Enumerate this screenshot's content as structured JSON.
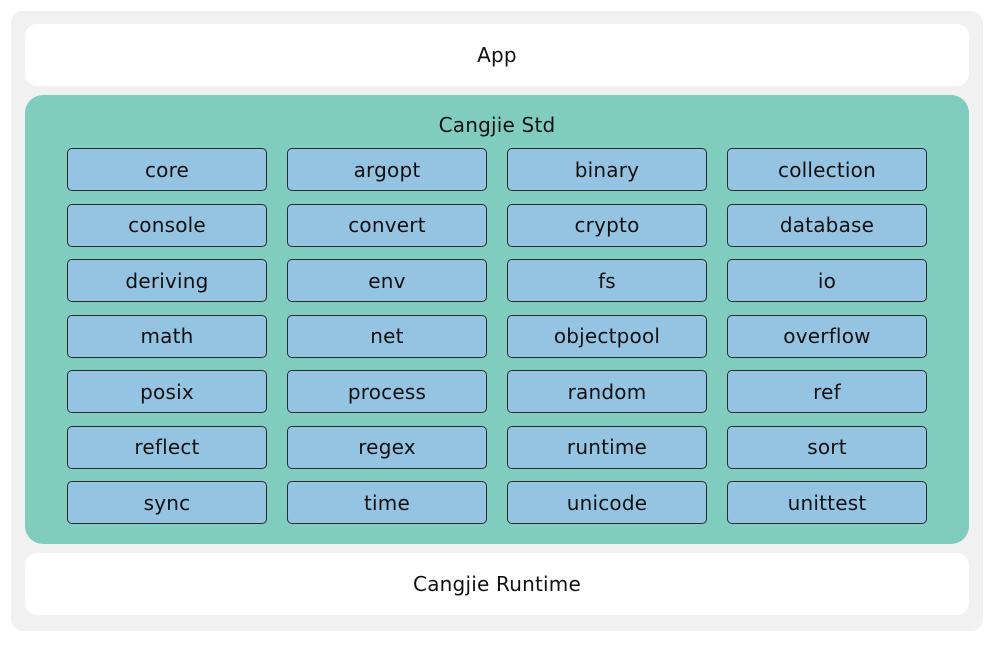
{
  "app_layer": {
    "label": "App"
  },
  "std_layer": {
    "title": "Cangjie Std",
    "modules": [
      "core",
      "argopt",
      "binary",
      "collection",
      "console",
      "convert",
      "crypto",
      "database",
      "deriving",
      "env",
      "fs",
      "io",
      "math",
      "net",
      "objectpool",
      "overflow",
      "posix",
      "process",
      "random",
      "ref",
      "reflect",
      "regex",
      "runtime",
      "sort",
      "sync",
      "time",
      "unicode",
      "unittest"
    ]
  },
  "runtime_layer": {
    "label": "Cangjie Runtime"
  },
  "colors": {
    "outer_background": "#f1f1f2",
    "layer_background": "#ffffff",
    "std_panel": "#80cdc0",
    "module_fill": "#95c3e2",
    "module_border": "#2b2b2b"
  }
}
